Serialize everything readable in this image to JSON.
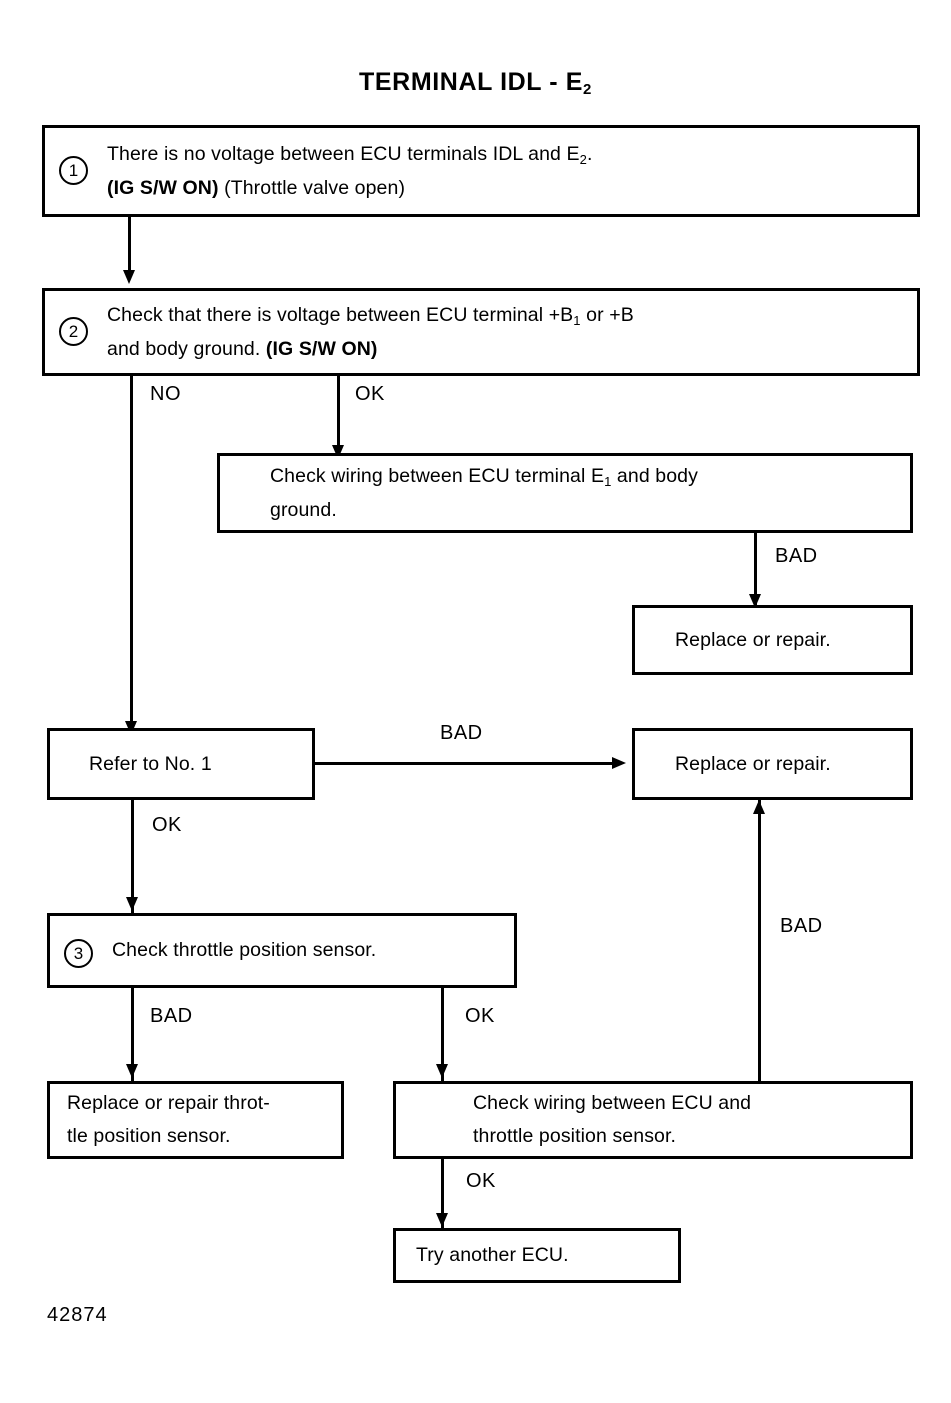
{
  "title": {
    "main": "TERMINAL IDL - E",
    "subscript": "2"
  },
  "figure_number": "42874",
  "nodes": {
    "step1": {
      "number": "1",
      "line1_a": "There is no voltage between ECU terminals IDL and E",
      "line1_sub": "2",
      "line1_b": ".",
      "line2_bold": "(IG S/W ON)",
      "line2_plain": " (Throttle valve open)"
    },
    "step2": {
      "number": "2",
      "line1_a": "Check that there is voltage between ECU terminal +B",
      "line1_sub": "1",
      "line1_b": " or +B",
      "line2_plain": "and body ground. ",
      "line2_bold": "(IG S/W ON)"
    },
    "check_e1_ground": {
      "line1_a": "Check wiring between ECU terminal E",
      "line1_sub": "1",
      "line1_b": " and body",
      "line2": "ground."
    },
    "replace_repair_1": {
      "label": "Replace or repair."
    },
    "refer_no1": {
      "label": "Refer to No. 1"
    },
    "replace_repair_2": {
      "label": "Replace or repair."
    },
    "step3": {
      "number": "3",
      "label": "Check throttle position sensor."
    },
    "replace_tps": {
      "line1": "Replace or repair throt-",
      "line2": "tle position sensor."
    },
    "check_wiring_tps": {
      "line1": "Check wiring between ECU and",
      "line2": "throttle position sensor."
    },
    "try_another_ecu": {
      "label": "Try another ECU."
    }
  },
  "edges": {
    "step2_no": "NO",
    "step2_ok": "OK",
    "e1_bad": "BAD",
    "refer_bad": "BAD",
    "refer_ok": "OK",
    "step3_bad": "BAD",
    "step3_ok": "OK",
    "wiring_bad": "BAD",
    "wiring_ok": "OK"
  }
}
